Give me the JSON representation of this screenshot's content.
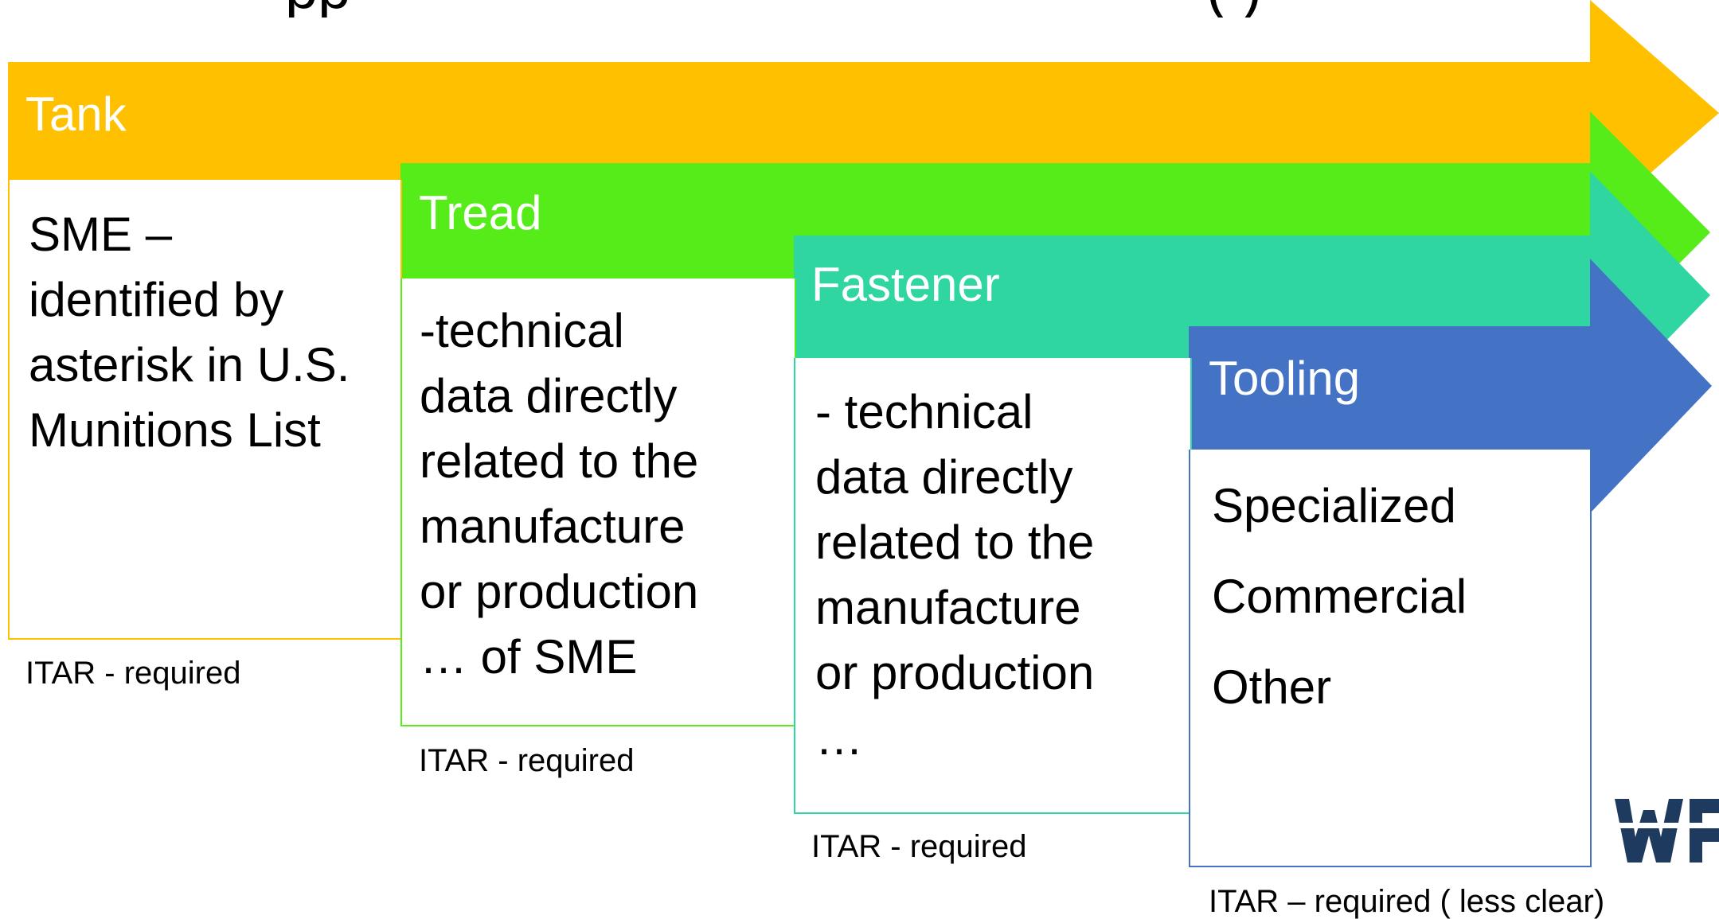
{
  "title": {
    "left_fragment": "pp",
    "right_fragment": "(                )"
  },
  "stages": [
    {
      "label": "Tank",
      "color": "#FFC000",
      "body": "SME –\nidentified by\nasterisk in U.S.\nMunitions List",
      "note": "ITAR - required"
    },
    {
      "label": "Tread",
      "color": "#56EC1A",
      "body": " -technical\ndata directly\nrelated to the\nmanufacture\nor production\n… of SME",
      "note": "ITAR - required"
    },
    {
      "label": "Fastener",
      "color": "#30D6A2",
      "body": "- technical\ndata directly\nrelated to the\nmanufacture\nor production\n…",
      "note": "ITAR - required"
    },
    {
      "label": "Tooling",
      "color": "#4472C4",
      "body": "Specialized\nCommercial\nOther",
      "note": "ITAR – required ( less clear)"
    }
  ],
  "logo": {
    "text": "WP",
    "color": "#1F3A5F"
  }
}
